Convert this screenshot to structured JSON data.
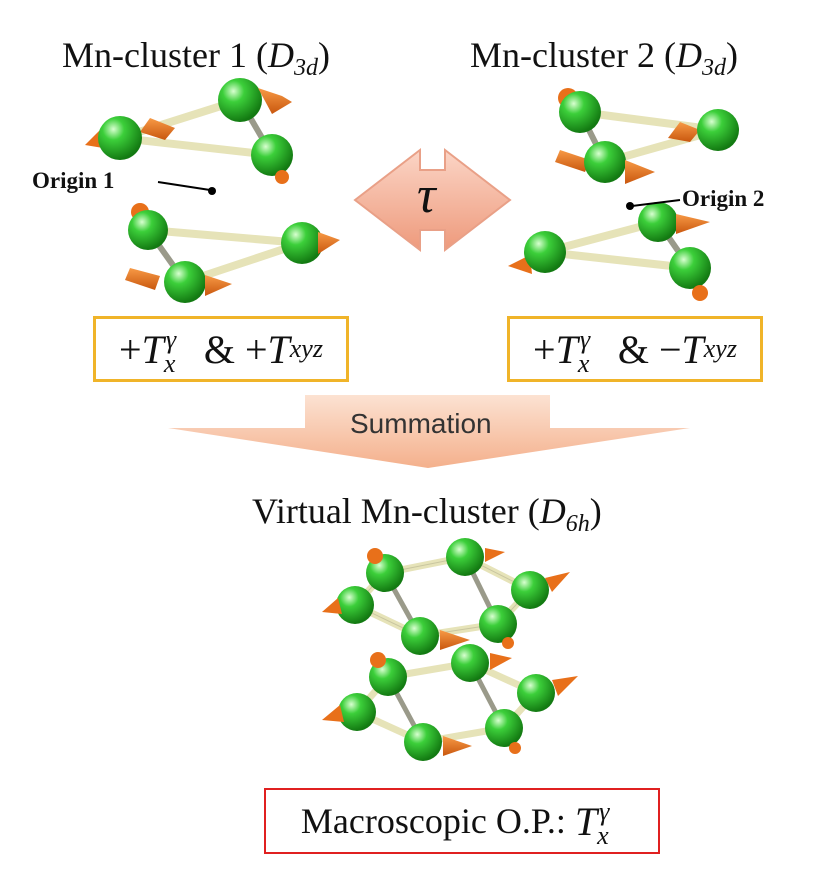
{
  "cluster1": {
    "title_text": "Mn-cluster 1 (",
    "symmetry": "D",
    "symmetry_sub": "3d",
    "origin_label": "Origin 1",
    "box": {
      "plus1": "+",
      "T": "T",
      "sup": "γ",
      "sub": "x",
      "amp": " & +",
      "T2": "T",
      "sub2": "xyz"
    }
  },
  "cluster2": {
    "title_text": "Mn-cluster 2 (",
    "symmetry": "D",
    "symmetry_sub": "3d",
    "origin_label": "Origin 2",
    "box": {
      "plus1": "+",
      "T": "T",
      "sup": "γ",
      "sub": "x",
      "amp": " & −",
      "T2": "T",
      "sub2": "xyz"
    }
  },
  "translation_symbol": "τ",
  "summation_label": "Summation",
  "virtual": {
    "title_text": "Virtual Mn-cluster (",
    "symmetry": "D",
    "symmetry_sub": "6h",
    "box": {
      "prefix": "Macroscopic O.P.: ",
      "T": "T",
      "sup": "γ",
      "sub": "x"
    }
  },
  "colors": {
    "atom_green": "#2fbf2f",
    "arrow_orange": "#e8701a",
    "bond": "#e6e3b8",
    "box_yellow": "#f0b429",
    "box_red": "#e02020",
    "tau_arrow": "#f2a58a"
  }
}
